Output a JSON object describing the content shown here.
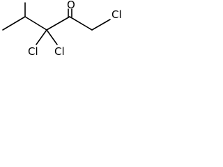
{
  "molecule": {
    "atoms": {
      "oxygen": "O",
      "chlorine_terminal": "Cl",
      "chlorine_left": "Cl",
      "chlorine_right": "Cl"
    }
  }
}
